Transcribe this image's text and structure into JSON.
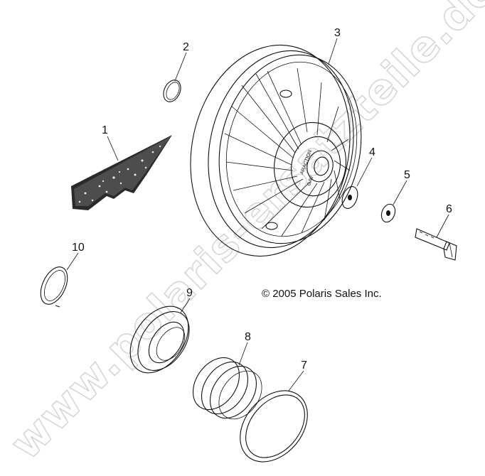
{
  "watermark": "www.polaris-ersatzteile.de",
  "copyright": "© 2005 Polaris Sales Inc.",
  "hub_text": {
    "line1": "ARACTION",
    "line2": "GAV"
  },
  "callouts": [
    {
      "id": "1",
      "label": "1"
    },
    {
      "id": "2",
      "label": "2"
    },
    {
      "id": "3",
      "label": "3"
    },
    {
      "id": "4",
      "label": "4"
    },
    {
      "id": "5",
      "label": "5"
    },
    {
      "id": "6",
      "label": "6"
    },
    {
      "id": "7",
      "label": "7"
    },
    {
      "id": "8",
      "label": "8"
    },
    {
      "id": "9",
      "label": "9"
    },
    {
      "id": "10",
      "label": "10"
    }
  ]
}
